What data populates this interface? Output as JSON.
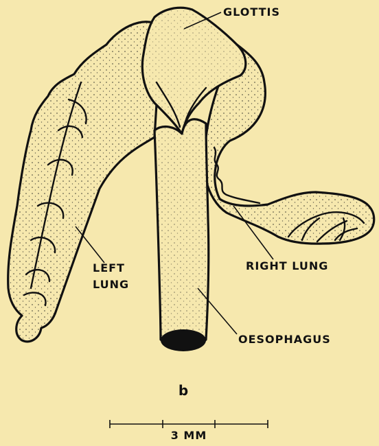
{
  "figure": {
    "panel_letter": "b",
    "labels": {
      "glottis": "GLOTTIS",
      "left_lung_line1": "LEFT",
      "left_lung_line2": "LUNG",
      "right_lung": "RIGHT LUNG",
      "oesophagus": "OESOPHAGUS"
    },
    "scale_bar": {
      "label": "3 MM"
    }
  },
  "colors": {
    "background": "#f6e8ae",
    "ink": "#111111"
  }
}
